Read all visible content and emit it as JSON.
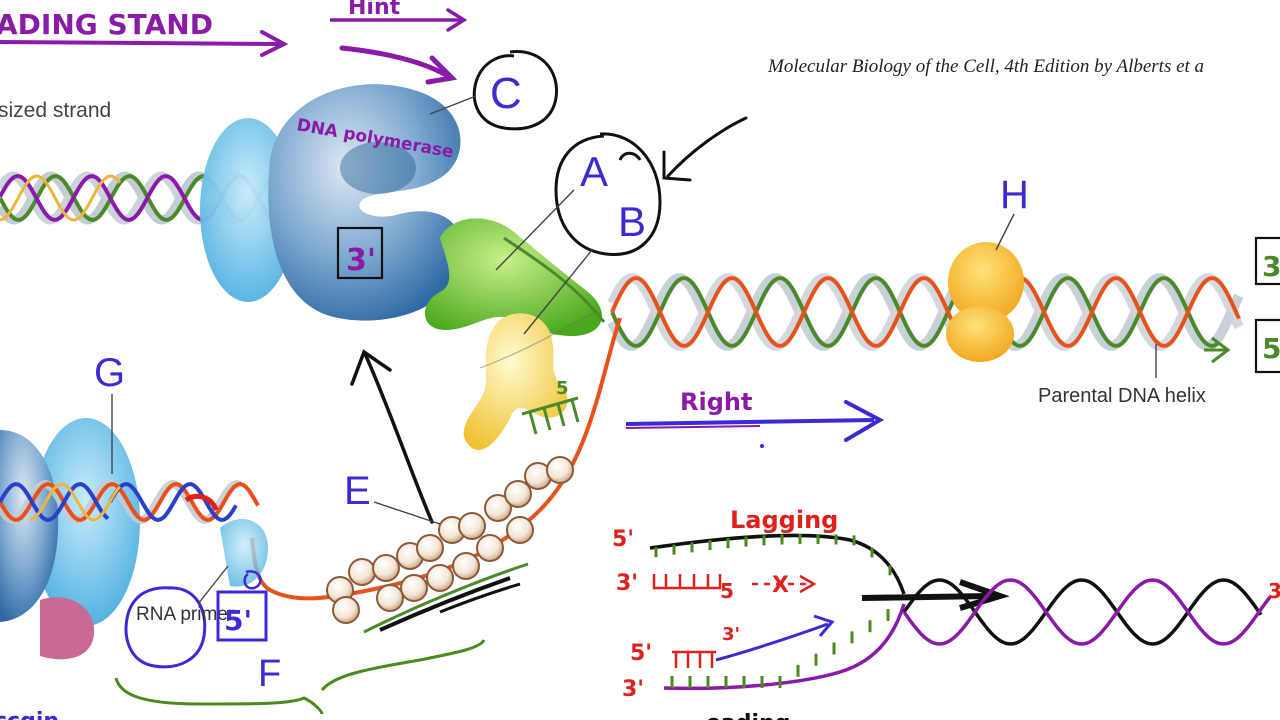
{
  "source_caption": "Molecular Biology of the Cell, 4th Edition by Alberts et a",
  "leading_strand_label": "ADING STAND",
  "hint_label": "Hint",
  "newly_synth_label": "sized strand",
  "dna_polymerase_label": "DNA polymerase",
  "parental_helix_label": "Parental DNA helix",
  "rna_primer_label": "RNA primer",
  "right_label": "Right",
  "lagging_label": "Lagging",
  "bottom_cut_label": "ccgin",
  "bottom_cut_label2": "eading",
  "letters": [
    "A",
    "B",
    "C",
    "E",
    "F",
    "G",
    "H"
  ],
  "boxed_marks": {
    "three_prime_top": "3'",
    "five_prime_box": "5'",
    "right_edge_3": "3",
    "right_edge_5": "5"
  },
  "strand_end_marks": {
    "primer_5": "5",
    "lagging_top_5": "5'",
    "lagging_top_3": "3'",
    "lagging_mid_5": "5",
    "lagging_mid_x": "X",
    "lagging_low_5": "5'",
    "lagging_low_3": "3'",
    "lagging_bottom_3": "3'",
    "right_edge_3": "3'"
  },
  "colors": {
    "annotation_purple": "#8a1aa8",
    "annotation_blue": "#3a2bd6",
    "annotation_red": "#e0201a",
    "annotation_green": "#4c8a20",
    "strand_orange": "#e8501c",
    "strand_green": "#4a8a2a",
    "polymerase_blue": "#5a94c8",
    "helicase_green": "#7ac232",
    "primase_yellow": "#f6d24a",
    "ssb_brown": "#8a5a3a"
  }
}
